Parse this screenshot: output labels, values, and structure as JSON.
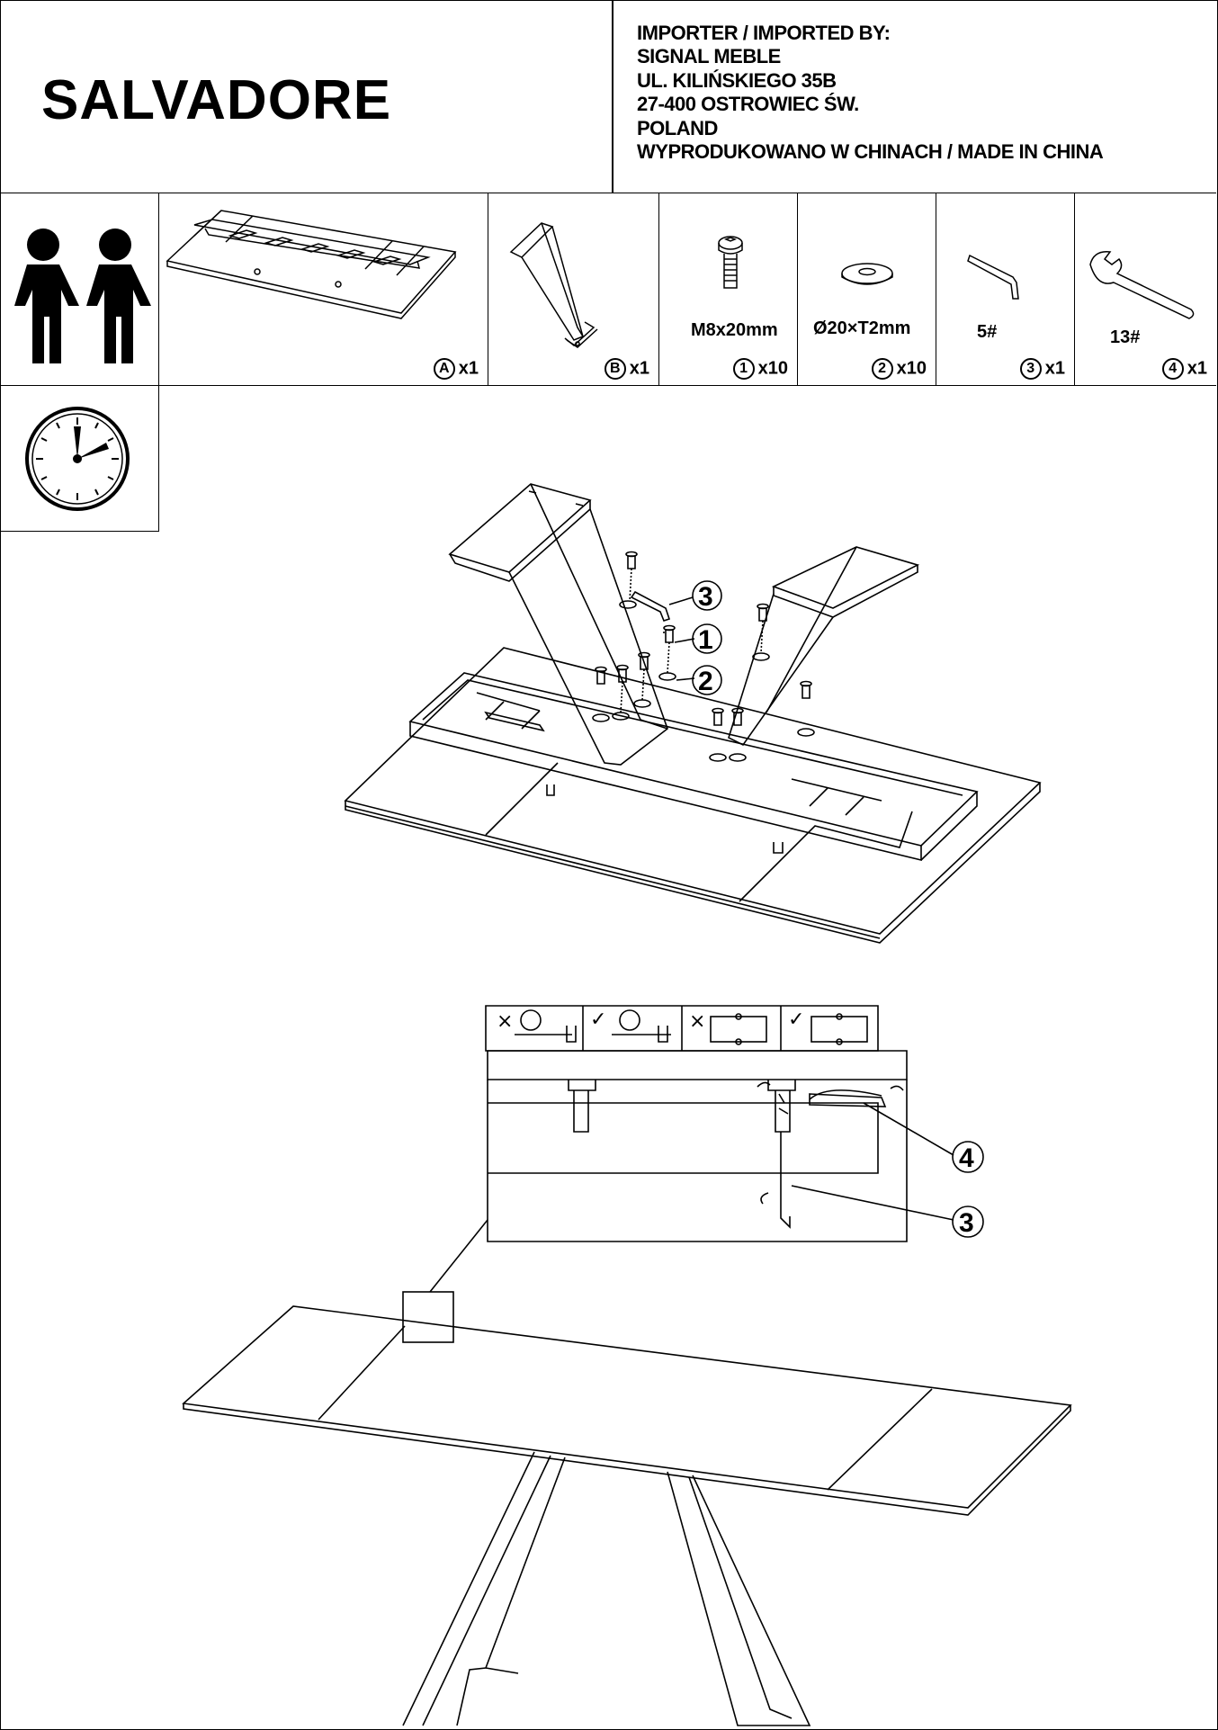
{
  "header": {
    "product_name": "SALVADORE",
    "importer_lines": [
      "IMPORTER / IMPORTED BY:",
      "SIGNAL MEBLE",
      "UL. KILIŃSKIEGO 35B",
      "27-400 OSTROWIEC ŚW.",
      "POLAND",
      "WYPRODUKOWANO W CHINACH / MADE IN CHINA"
    ]
  },
  "parts": {
    "people_icon": "two-persons-icon",
    "items": [
      {
        "id": "A",
        "spec": "",
        "qty": "x1",
        "icon": "tabletop-icon"
      },
      {
        "id": "B",
        "spec": "",
        "qty": "x1",
        "icon": "leg-icon"
      },
      {
        "id": "1",
        "spec": "M8x20mm",
        "qty": "x10",
        "icon": "bolt-icon"
      },
      {
        "id": "2",
        "spec": "Ø20×T2mm",
        "qty": "x10",
        "icon": "washer-icon"
      },
      {
        "id": "3",
        "spec": "5#",
        "qty": "x1",
        "icon": "allen-key-icon"
      },
      {
        "id": "4",
        "spec": "13#",
        "qty": "x1",
        "icon": "wrench-icon"
      }
    ]
  },
  "clock_icon": "clock-icon",
  "step1": {
    "callouts": [
      "3",
      "1",
      "2"
    ]
  },
  "step2": {
    "callouts": [
      "4",
      "3"
    ],
    "detail_marks": [
      "×",
      "✓",
      "×",
      "✓"
    ]
  }
}
